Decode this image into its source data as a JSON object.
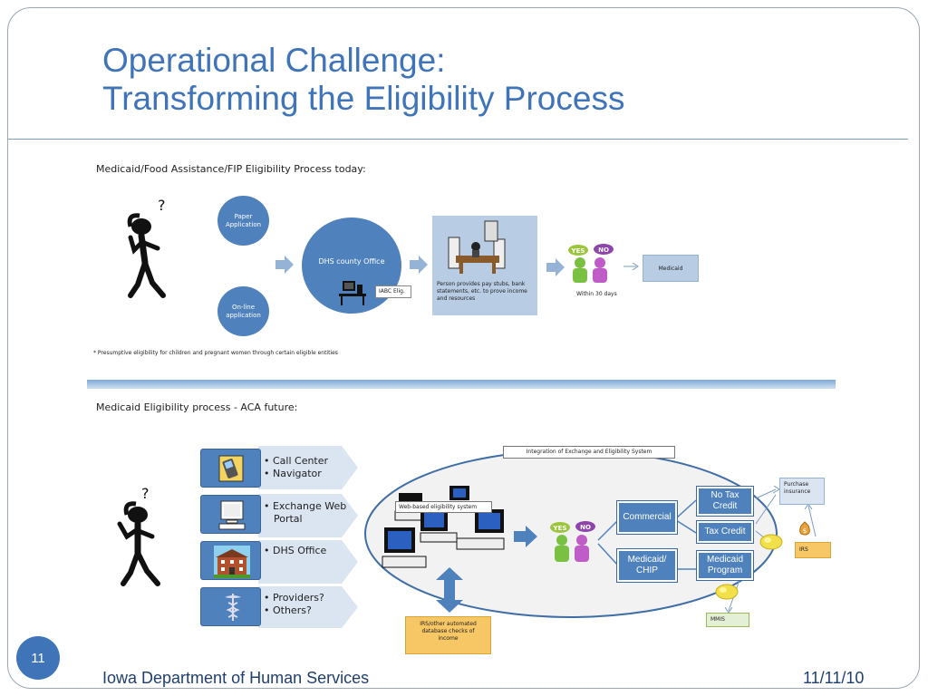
{
  "slide": {
    "title_line1": "Operational Challenge:",
    "title_line2": "Transforming the Eligibility Process",
    "page_number": "11",
    "footer_left": "Iowa Department of Human Services",
    "footer_right": "11/11/10"
  },
  "today": {
    "heading": "Medicaid/Food Assistance/FIP Eligibility Process today:",
    "paper_application": "Paper Application",
    "online_application": "On-line application",
    "dhs_county_office": "DHS county Office",
    "iabc_label": "IABC Elig.",
    "person_provides": "Person provides pay stubs, bank statements, etc. to prove income and resources",
    "yes": "YES",
    "no": "NO",
    "within_30_days": "Within 30 days",
    "medicaid": "Medicaid",
    "footnote": "* Presumptive eligibility for children and pregnant women through certain eligible entities"
  },
  "future": {
    "heading": "Medicaid Eligibility process - ACA future:",
    "channels": [
      {
        "line1": "• Call Center",
        "line2": "• Navigator",
        "icon": "phone-icon"
      },
      {
        "line1": "• Exchange Web",
        "line2": "Portal",
        "icon": "computer-icon"
      },
      {
        "line1": "• DHS Office",
        "line2": "",
        "icon": "building-icon"
      },
      {
        "line1": "• Providers?",
        "line2": "• Others?",
        "icon": "caduceus-icon"
      }
    ],
    "integration_label": "Integration of Exchange and Eligibility System",
    "web_based_label": "Web-based eligibility  system",
    "yes": "YES",
    "no": "NO",
    "commercial": "Commercial",
    "medicaid_chip": "Medicaid/ CHIP",
    "no_tax_credit": "No Tax Credit",
    "tax_credit": "Tax Credit",
    "medicaid_program": "Medicaid Program",
    "purchase_insurance": "Purchase insurance",
    "irs": "IRS",
    "mmis": "MMIS",
    "irs_other_checks": "IRS/other automated database checks of income"
  },
  "colors": {
    "title_blue": "#3f74b8",
    "node_blue": "#4f81bd",
    "light_blue_box": "#b8cce4",
    "orange_box": "#f7c665",
    "green_box": "#e4f0d6",
    "arrow_blue": "#4f81bd"
  }
}
